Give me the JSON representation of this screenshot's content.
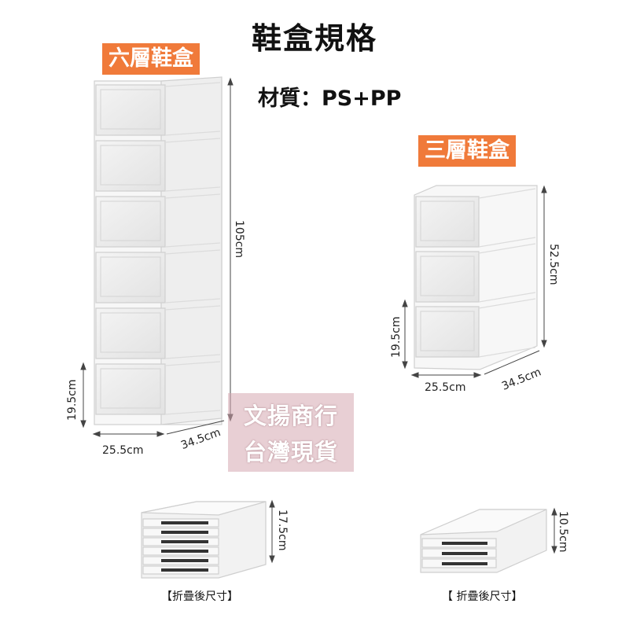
{
  "title": "鞋盒規格",
  "material": "材質：PS+PP",
  "six_tier": {
    "tag": "六層鞋盒",
    "height": "105cm",
    "unit_height": "19.5cm",
    "width": "25.5cm",
    "depth": "34.5cm",
    "folded_height": "17.5cm",
    "folded_caption": "【折疊後尺寸】"
  },
  "three_tier": {
    "tag": "三層鞋盒",
    "height": "52.5cm",
    "unit_height": "19.5cm",
    "width": "25.5cm",
    "depth": "34.5cm",
    "folded_height": "10.5cm",
    "folded_caption": "【 折疊後尺寸】"
  },
  "watermark": {
    "line1": "文揚商行",
    "line2": "台灣現貨"
  }
}
